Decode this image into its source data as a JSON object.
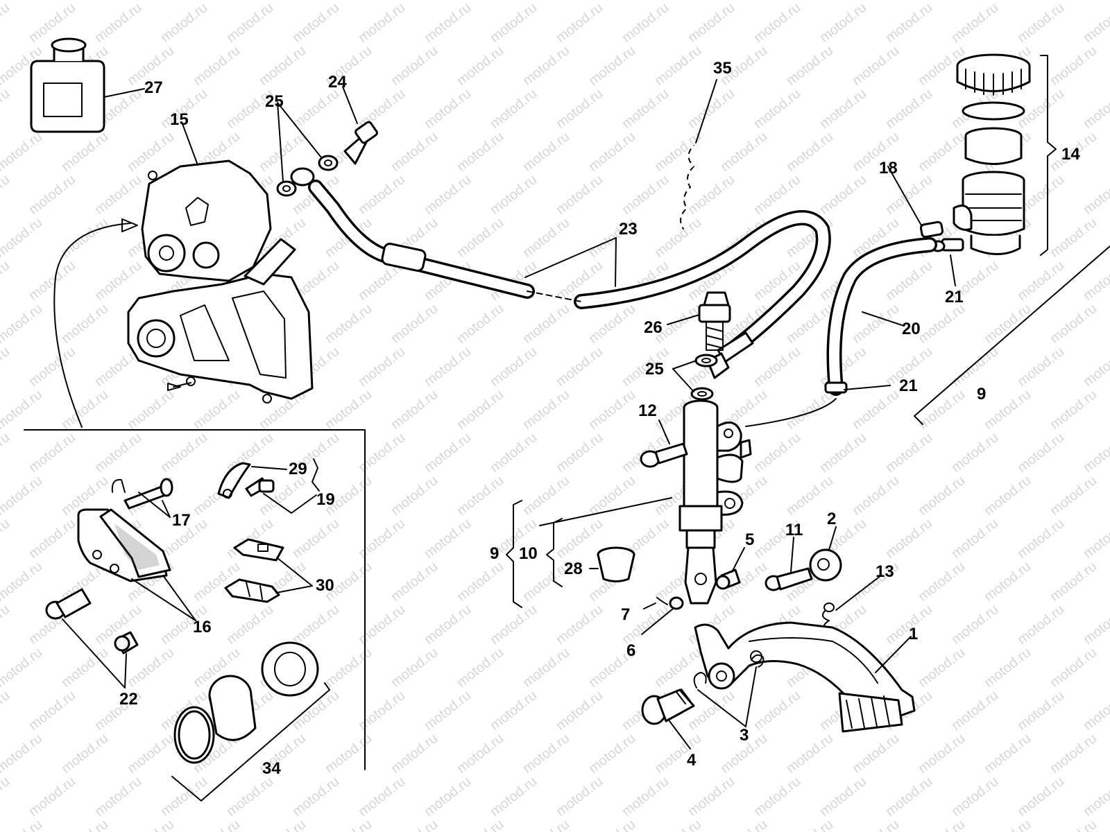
{
  "watermark": "motod.ru",
  "callouts": {
    "c1": "1",
    "c2": "2",
    "c3": "3",
    "c4": "4",
    "c5": "5",
    "c6": "6",
    "c7": "7",
    "c9a": "9",
    "c9b": "9",
    "c10": "10",
    "c11": "11",
    "c12": "12",
    "c13": "13",
    "c14": "14",
    "c15": "15",
    "c16": "16",
    "c17": "17",
    "c18": "18",
    "c19": "19",
    "c20": "20",
    "c21a": "21",
    "c21b": "21",
    "c22": "22",
    "c23": "23",
    "c24": "24",
    "c25a": "25",
    "c25b": "25",
    "c26": "26",
    "c27": "27",
    "c28": "28",
    "c29": "29",
    "c30": "30",
    "c34": "34",
    "c35": "35"
  }
}
